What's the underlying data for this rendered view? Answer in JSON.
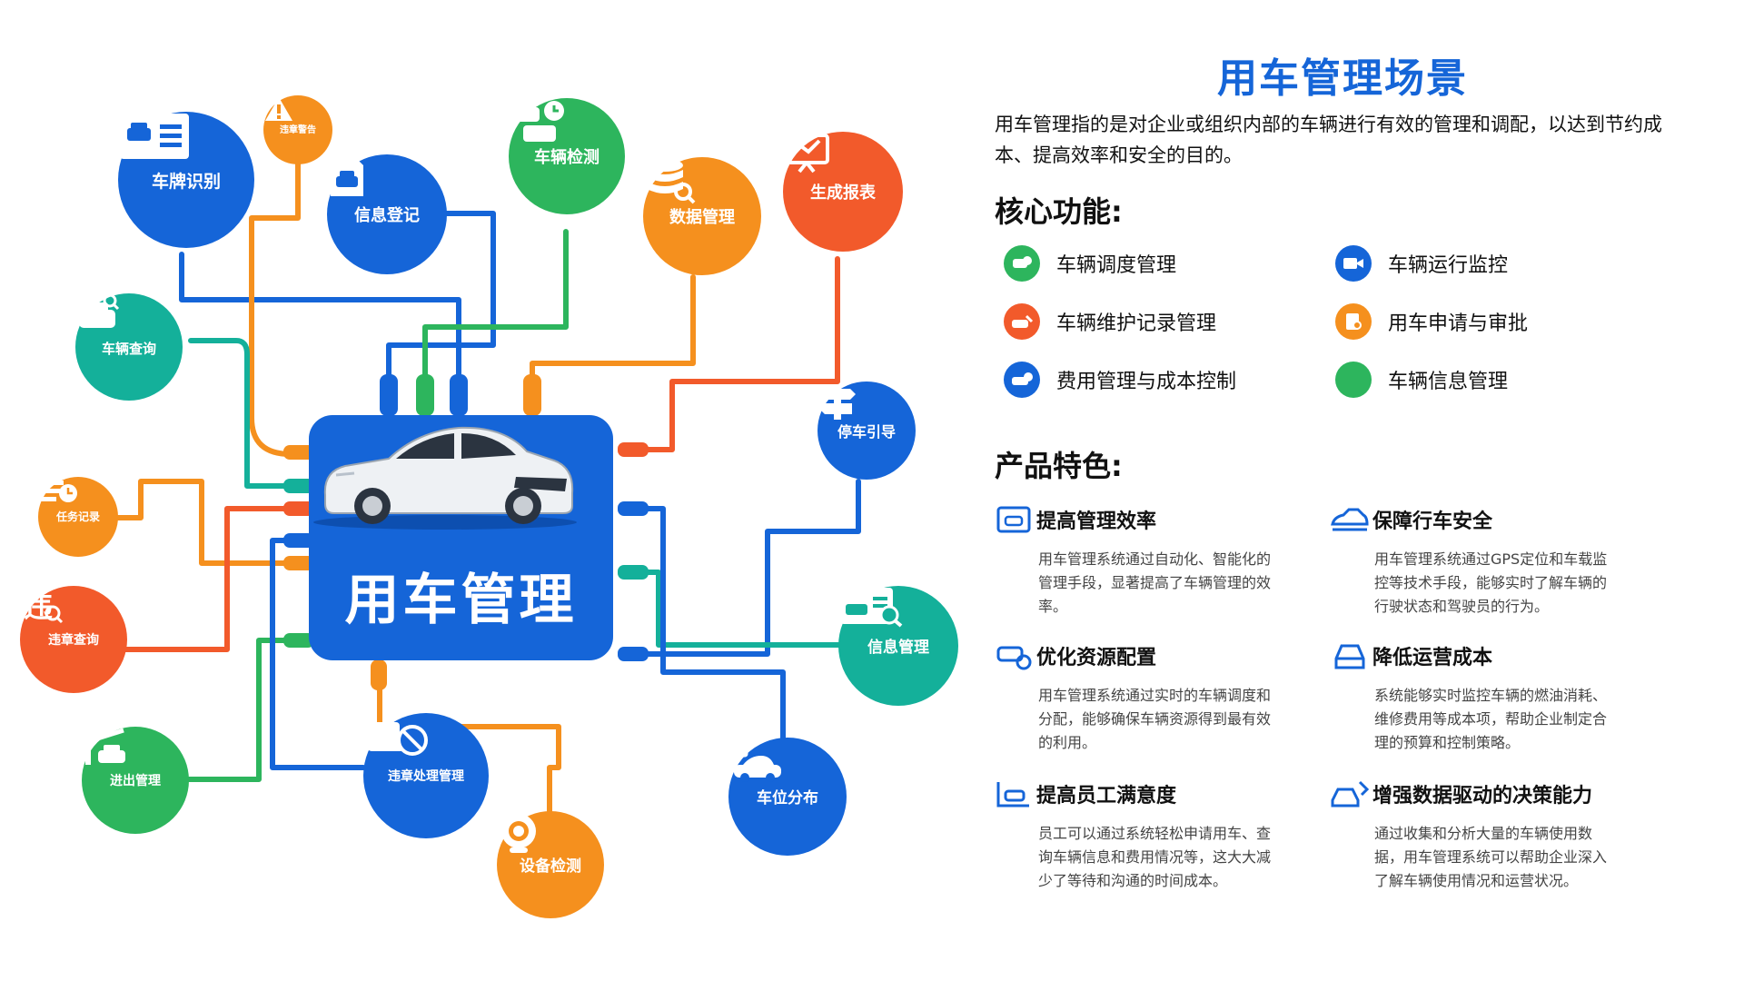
{
  "hub": {
    "title": "用车管理"
  },
  "nodes": [
    {
      "id": "plate",
      "label": "车牌识别",
      "color": "#1565d8",
      "icon": "plate-icon"
    },
    {
      "id": "violation-warning",
      "label": "违章警告",
      "color": "#f5901e",
      "icon": "warning-icon"
    },
    {
      "id": "info-register",
      "label": "信息登记",
      "color": "#1565d8",
      "icon": "document-car-icon"
    },
    {
      "id": "vehicle-check",
      "label": "车辆检测",
      "color": "#2db55d",
      "icon": "cars-clock-icon"
    },
    {
      "id": "data-manage",
      "label": "数据管理",
      "color": "#f5901e",
      "icon": "database-icon"
    },
    {
      "id": "report",
      "label": "生成报表",
      "color": "#f25a2b",
      "icon": "chart-board-icon"
    },
    {
      "id": "vehicle-query",
      "label": "车辆查询",
      "color": "#14b09a",
      "icon": "car-search-icon"
    },
    {
      "id": "parking-guide",
      "label": "停车引导",
      "color": "#1565d8",
      "icon": "signpost-icon"
    },
    {
      "id": "task-record",
      "label": "任务记录",
      "color": "#f5901e",
      "icon": "task-clock-icon"
    },
    {
      "id": "violation-query",
      "label": "违章查询",
      "color": "#f25a2b",
      "icon": "violation-search-icon"
    },
    {
      "id": "info-manage",
      "label": "信息管理",
      "color": "#14b09a",
      "icon": "info-card-icon"
    },
    {
      "id": "entry-exit",
      "label": "进出管理",
      "color": "#2db55d",
      "icon": "barrier-gate-icon"
    },
    {
      "id": "violation-handle",
      "label": "违章处理管理",
      "color": "#1565d8",
      "icon": "no-car-icon"
    },
    {
      "id": "device-check",
      "label": "设备检测",
      "color": "#f5901e",
      "icon": "camera-icon"
    },
    {
      "id": "parking-distribution",
      "label": "车位分布",
      "color": "#1565d8",
      "icon": "parking-car-icon"
    }
  ],
  "panel": {
    "title": "用车管理场景",
    "intro": "用车管理指的是对企业或组织内部的车辆进行有效的管理和调配，以达到节约成本、提高效率和安全的目的。",
    "core_title": "核心功能:",
    "functions": [
      {
        "label": "车辆调度管理",
        "color": "#2db55d",
        "icon": "dispatch-icon"
      },
      {
        "label": "车辆运行监控",
        "color": "#1565d8",
        "icon": "video-camera-icon"
      },
      {
        "label": "车辆维护记录管理",
        "color": "#f25a2b",
        "icon": "maintenance-icon"
      },
      {
        "label": "用车申请与审批",
        "color": "#f5901e",
        "icon": "approval-icon"
      },
      {
        "label": "费用管理与成本控制",
        "color": "#1565d8",
        "icon": "cost-icon"
      },
      {
        "label": "车辆信息管理",
        "color": "#2db55d",
        "icon": "info-dot-icon"
      }
    ],
    "features_title": "产品特色:",
    "features": [
      {
        "title": "提高管理效率",
        "icon": "efficiency-icon",
        "desc": "用车管理系统通过自动化、智能化的管理手段，显著提高了车辆管理的效率。"
      },
      {
        "title": "保障行车安全",
        "icon": "safety-car-icon",
        "desc": "用车管理系统通过GPS定位和车载监控等技术手段，能够实时了解车辆的行驶状态和驾驶员的行为。"
      },
      {
        "title": "优化资源配置",
        "icon": "resource-icon",
        "desc": "用车管理系统通过实时的车辆调度和分配，能够确保车辆资源得到最有效的利用。"
      },
      {
        "title": "降低运营成本",
        "icon": "cost-car-icon",
        "desc": "系统能够实时监控车辆的燃油消耗、维修费用等成本项，帮助企业制定合理的预算和控制策略。"
      },
      {
        "title": "提高员工满意度",
        "icon": "satisfaction-icon",
        "desc": "员工可以通过系统轻松申请用车、查询车辆信息和费用情况等，这大大减少了等待和沟通的时间成本。"
      },
      {
        "title": "增强数据驱动的决策能力",
        "icon": "data-car-icon",
        "desc": "通过收集和分析大量的车辆使用数据，用车管理系统可以帮助企业深入了解车辆使用情况和运营状况。"
      }
    ]
  }
}
